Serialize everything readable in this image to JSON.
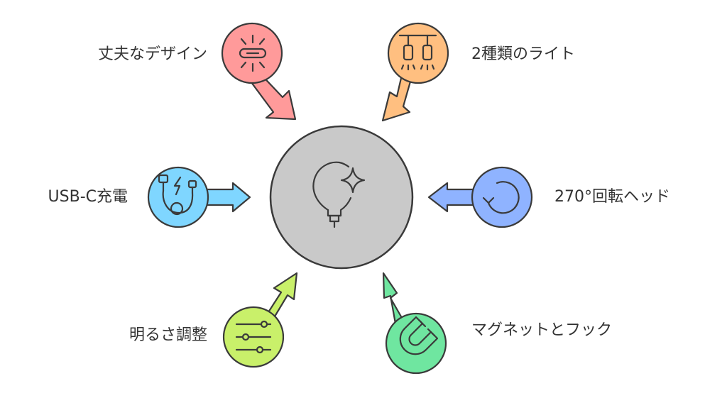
{
  "center": {
    "icon": "lightbulb-sparkle-icon",
    "fill": "#c9c9c9"
  },
  "features": [
    {
      "id": "durable-design",
      "label": "丈夫なデザイン",
      "icon": "light-tube-icon",
      "fill": "#ff9a9a"
    },
    {
      "id": "two-lights",
      "label": "2種類のライト",
      "icon": "hanging-lamps-icon",
      "fill": "#ffbf80"
    },
    {
      "id": "rotating-head",
      "label": "270°回転ヘッド",
      "icon": "rotate-arrow-icon",
      "fill": "#8fb3ff"
    },
    {
      "id": "magnet-hook",
      "label": "マグネットとフック",
      "icon": "magnet-icon",
      "fill": "#6fe6a0"
    },
    {
      "id": "brightness",
      "label": "明るさ調整",
      "icon": "sliders-icon",
      "fill": "#c9f06a"
    },
    {
      "id": "usb-c",
      "label": "USB-C充電",
      "icon": "usb-charge-icon",
      "fill": "#7fd6ff"
    }
  ]
}
